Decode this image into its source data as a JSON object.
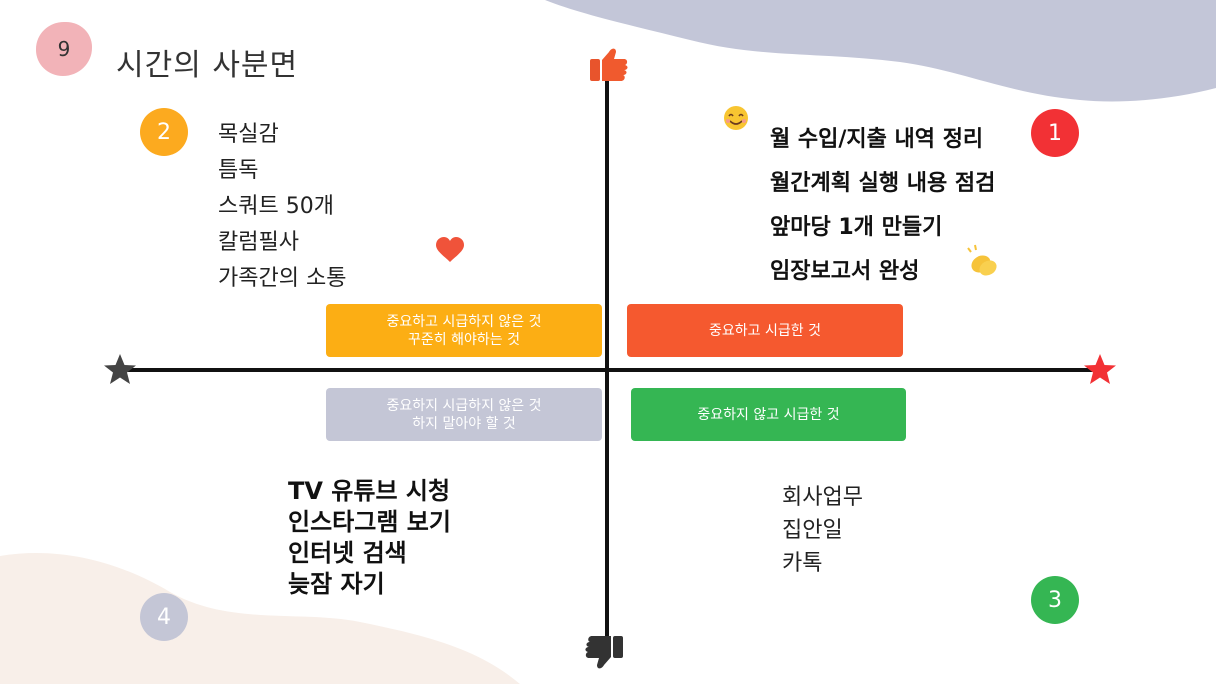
{
  "page": {
    "number": "9",
    "title": "시간의 사분면"
  },
  "quadrants": {
    "q1": {
      "badge": "1",
      "badge_color": "#f23135",
      "box_lines": [
        "중요하고 시급한 것"
      ],
      "box_color": "#f5592f",
      "items": [
        "월 수입/지출 내역 정리",
        "월간계획 실행 내용 점검",
        "앞마당 1개 만들기",
        "임장보고서 완성"
      ]
    },
    "q2": {
      "badge": "2",
      "badge_color": "#fcaa1f",
      "box_lines": [
        "중요하고 시급하지 않은 것",
        "꾸준히 해야하는 것"
      ],
      "box_color": "#fcae14",
      "items": [
        "목실감",
        "틈독",
        "스쿼트 50개",
        "칼럼필사",
        "가족간의 소통"
      ]
    },
    "q3": {
      "badge": "3",
      "badge_color": "#35b653",
      "box_lines": [
        "중요하지 않고 시급한 것"
      ],
      "box_color": "#35b653",
      "items": [
        "회사업무",
        "집안일",
        "카톡"
      ]
    },
    "q4": {
      "badge": "4",
      "badge_color": "#c4c6d6",
      "box_lines": [
        "중요하지 시급하지 않은 것",
        "하지 말아야 할 것"
      ],
      "box_color": "#c4c6d6",
      "items": [
        "TV 유튜브 시청",
        "인스타그램 보기",
        "인터넷 검색",
        "늦잠 자기"
      ]
    }
  },
  "icons": {
    "top_axis": "thumbs-up-icon",
    "bottom_axis": "thumbs-down-icon",
    "left_axis": "gray-star-icon",
    "right_axis": "red-star-icon",
    "decor": [
      "smiling-face-icon",
      "heart-icon",
      "clapping-hands-icon"
    ]
  },
  "colors": {
    "blob_top": "#c3c6d8",
    "blob_bottom": "#f8efe9",
    "heart": "#f0533a",
    "star_red": "#f23135",
    "star_gray": "#444444",
    "axis": "#111111"
  }
}
